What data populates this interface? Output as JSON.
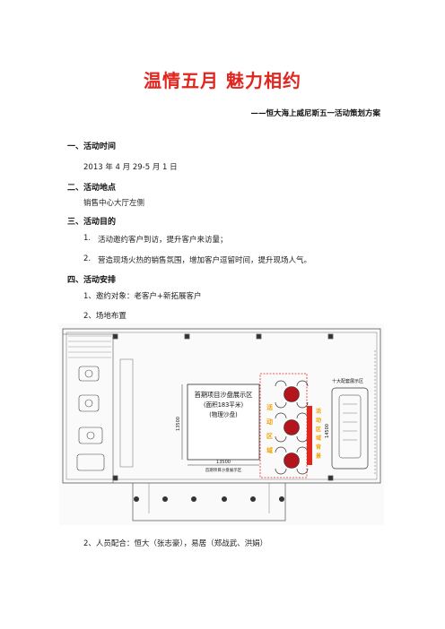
{
  "doc": {
    "title": "温情五月 魅力相约",
    "subtitle": "——恒大海上威尼斯五一活动策划方案",
    "sections": [
      {
        "heading": "一、活动时间",
        "lines": [
          "2013 年 4 月 29-5 月 1 日"
        ]
      },
      {
        "heading": "二、活动地点",
        "lines": [
          "销售中心大厅左侧"
        ]
      },
      {
        "heading": "三、活动目的",
        "items": [
          {
            "num": "1.",
            "text": "活动邀约客户到访，提升客户来访量；"
          },
          {
            "num": "2.",
            "text": "营造现场火热的销售氛围，增加客户逗留时间，提升现场人气。"
          }
        ]
      },
      {
        "heading": "四、活动安排",
        "items": [
          {
            "text": "1、邀约对象：老客户+新拓展客户"
          },
          {
            "text": "2、场地布置"
          }
        ]
      }
    ],
    "footer_line": "2、人员配合：恒大（张志豪），易居（郑战武、洪娟）"
  },
  "floorplan": {
    "sandtable_title": "首期项目沙盘展示区",
    "sandtable_area": "(面积183平米)",
    "sandtable_kind": "(物理沙盘)",
    "dim_width": "13500",
    "dim_height": "13500",
    "sandtable_caption": "首期项目沙盘展示区",
    "activity_label": [
      "活",
      "动",
      "区",
      "域"
    ],
    "right_zone_label": "十大配套展示区",
    "right_dim": "14500",
    "red_bar_label": [
      "活",
      "动",
      "区",
      "域",
      "背",
      "景"
    ],
    "colors": {
      "accent_red": "#e0261f",
      "zone_orange": "#f4a300",
      "circle_red": "#b4141c"
    }
  }
}
